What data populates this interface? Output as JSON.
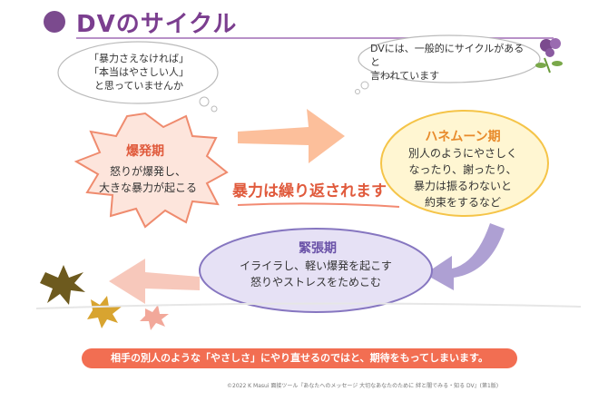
{
  "title": "DVのサイクル",
  "bubble_left": [
    "「暴力さえなければ」",
    "「本当はやさしい人」",
    "と思っていませんか"
  ],
  "bubble_right": [
    "DVには、一般的にサイクルがあると",
    "言われています"
  ],
  "phases": {
    "bakuhatsu": {
      "title": "爆発期",
      "body": [
        "怒りが爆発し、",
        "大きな暴力が起こる"
      ]
    },
    "honeymoon": {
      "title": "ハネムーン期",
      "body": [
        "別人のようにやさしく",
        "なったり、謝ったり、",
        "暴力は振るわないと",
        "約束をするなど"
      ]
    },
    "kinchou": {
      "title": "緊張期",
      "body": [
        "イライラし、軽い爆発を起こす",
        "怒りやストレスをためこむ"
      ]
    }
  },
  "repeat_text": "暴力は繰り返されます",
  "banner": "相手の別人のような「やさしさ」にやり直せるのではと、期待をもってしまいます。",
  "copyright": "©2022 K Masui 面接ツール『あなたへのメッセージ 大切なあなたのために 絆と闇でみる・知る DV』(第1版)",
  "colors": {
    "title": "#7b3e8f",
    "bakuhatsu": "#e05a3c",
    "honeymoon": "#e88a2a",
    "kinchou": "#6a52a8",
    "banner": "#f26e52"
  }
}
